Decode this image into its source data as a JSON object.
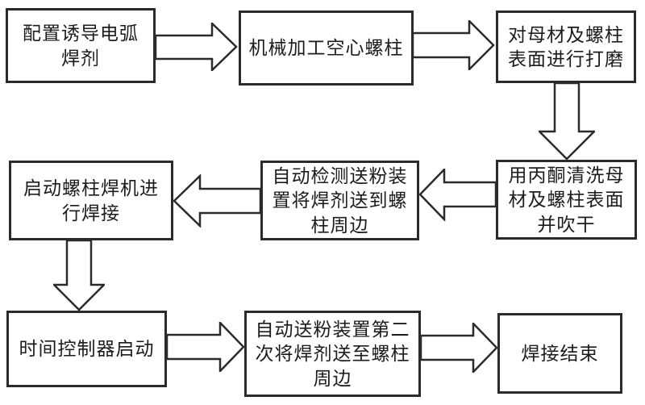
{
  "colors": {
    "background": "#ffffff",
    "box_fill": "#ffffff",
    "box_border": "#2b2b2b",
    "text": "#1c1c1c",
    "arrow_fill": "#ffffff",
    "arrow_border": "#2b2b2b"
  },
  "diagram": {
    "type": "flowchart",
    "flow_shape": "s-curve: top row left-to-right, middle row right-to-left, bottom row left-to-right",
    "nodes": [
      {
        "id": "step1",
        "label": "配置诱导电弧\n焊剂",
        "text": "配置诱导电弧焊剂"
      },
      {
        "id": "step2",
        "label": "机械加工空心螺柱",
        "text": "机械加工空心螺柱"
      },
      {
        "id": "step3",
        "label": "对母材及螺柱\n表面进行打磨",
        "text": "对母材及螺柱表面进行打磨"
      },
      {
        "id": "step4",
        "label": "用丙酮清洗母\n材及螺柱表面\n并吹干",
        "text": "用丙酮清洗母材及螺柱表面并吹干"
      },
      {
        "id": "step5",
        "label": "自动检测送粉装\n置将焊剂送到螺\n柱周边",
        "text": "自动检测送粉装置将焊剂送到螺柱周边"
      },
      {
        "id": "step6",
        "label": "启动螺柱焊机进\n行焊接",
        "text": "启动螺柱焊机进行焊接"
      },
      {
        "id": "step7",
        "label": "时间控制器启动",
        "text": "时间控制器启动"
      },
      {
        "id": "step8",
        "label": "自动送粉装置第二\n次将焊剂送至螺柱\n周边",
        "text": "自动送粉装置第二次将焊剂送至螺柱周边"
      },
      {
        "id": "step9",
        "label": "焊接结束",
        "text": "焊接结束"
      }
    ],
    "edges": [
      {
        "from": "step1",
        "to": "step2",
        "direction": "right",
        "style": "hollow-block-arrow"
      },
      {
        "from": "step2",
        "to": "step3",
        "direction": "right",
        "style": "hollow-block-arrow"
      },
      {
        "from": "step3",
        "to": "step4",
        "direction": "down",
        "style": "hollow-block-arrow"
      },
      {
        "from": "step4",
        "to": "step5",
        "direction": "left",
        "style": "hollow-block-arrow"
      },
      {
        "from": "step5",
        "to": "step6",
        "direction": "left",
        "style": "hollow-block-arrow"
      },
      {
        "from": "step6",
        "to": "step7",
        "direction": "down",
        "style": "hollow-block-arrow"
      },
      {
        "from": "step7",
        "to": "step8",
        "direction": "right",
        "style": "hollow-block-arrow"
      },
      {
        "from": "step8",
        "to": "step9",
        "direction": "right",
        "style": "hollow-block-arrow"
      }
    ]
  }
}
